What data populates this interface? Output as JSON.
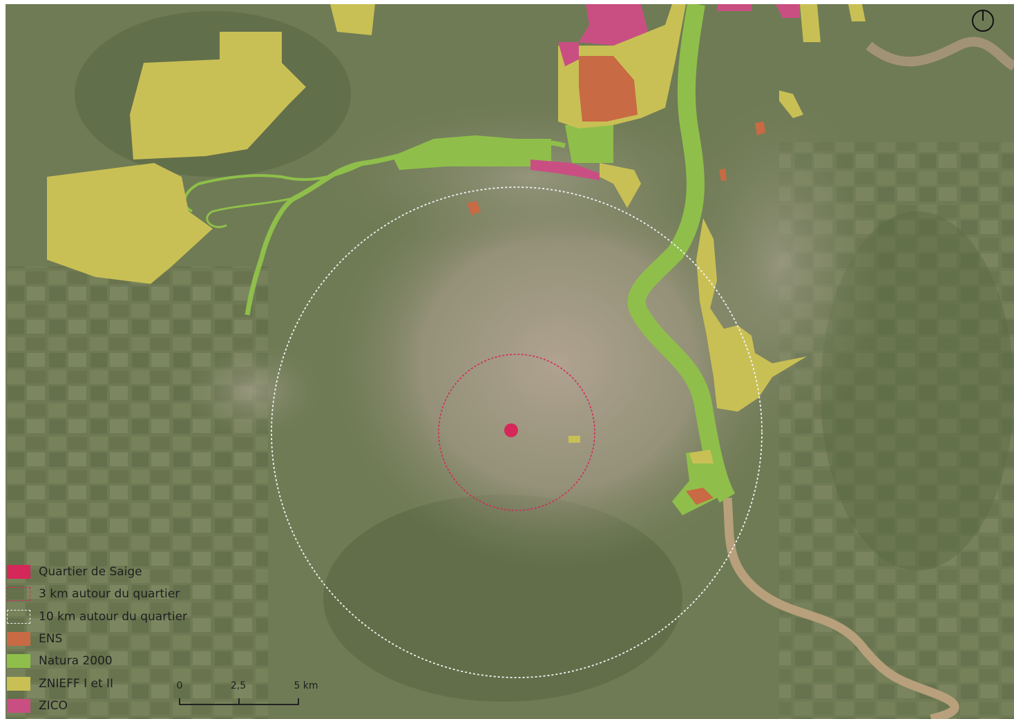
{
  "map": {
    "colors": {
      "quartier": "#d6275a",
      "ring_3km": "#d6275a",
      "ring_10km": "#f2f2f2",
      "ens": "#c86a43",
      "natura2000": "#8fbf4a",
      "znieff": "#c9c055",
      "zico": "#c94f83",
      "river": "#b7a07b"
    }
  },
  "legend": {
    "items": [
      {
        "label": "Quartier de Saige",
        "color": "#d6275a",
        "style": "fill"
      },
      {
        "label": "3 km autour du quartier",
        "color": "#d6275a",
        "style": "dashed"
      },
      {
        "label": "10 km autour du quartier",
        "color": "#f2f2f2",
        "style": "dashed"
      },
      {
        "label": "ENS",
        "color": "#c86a43",
        "style": "fill"
      },
      {
        "label": "Natura 2000",
        "color": "#8fbf4a",
        "style": "fill"
      },
      {
        "label": "ZNIEFF I et II",
        "color": "#c9c055",
        "style": "fill"
      },
      {
        "label": "ZICO",
        "color": "#c94f83",
        "style": "fill"
      }
    ]
  },
  "scalebar": {
    "labels": [
      "0",
      "2,5",
      "5 km"
    ]
  },
  "north_arrow": {
    "icon": "north-arrow-icon"
  }
}
